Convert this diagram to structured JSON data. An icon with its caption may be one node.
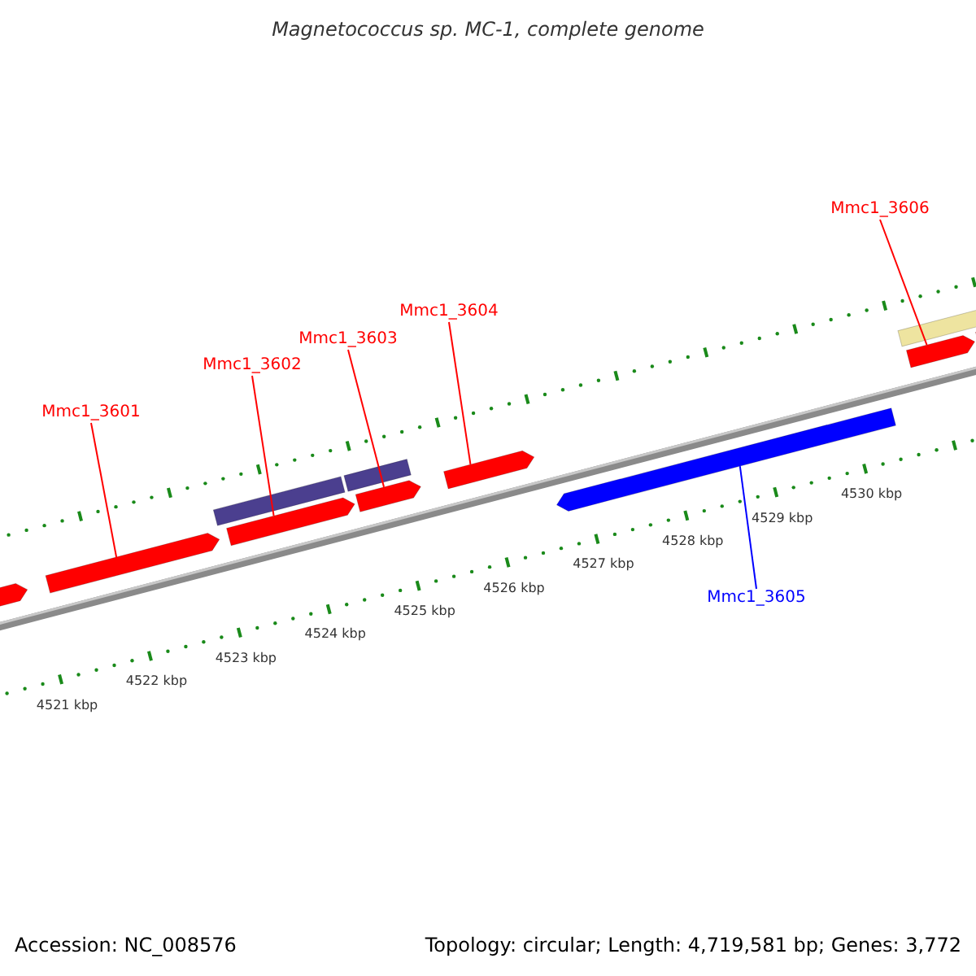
{
  "diagram": {
    "title": "Magnetococcus sp. MC-1, complete genome",
    "nodes": [
      {
        "text": [
          "Mmc1_3601"
        ]
      },
      {
        "text": [
          "Mmc1_3602"
        ]
      },
      {
        "text": [
          "Mmc1_3603"
        ]
      },
      {
        "text": [
          "Mmc1_3604"
        ]
      },
      {
        "text": [
          "Mmc1_3605"
        ]
      },
      {
        "text": [
          "Mmc1_3606"
        ]
      },
      {
        "text": [],
        "shape": "arrow"
      },
      {
        "text": [],
        "shape": "arrow"
      },
      {
        "text": [],
        "shape": "arrow"
      },
      {
        "text": [],
        "shape": "arrow"
      },
      {
        "text": [],
        "shape": "arrow"
      },
      {
        "text": [],
        "shape": "arrow"
      },
      {
        "text": [],
        "shape": "arrow"
      },
      {
        "text": [],
        "shape": "bar"
      },
      {
        "text": [],
        "shape": "bar"
      },
      {
        "text": [],
        "shape": "bar"
      },
      {
        "text": [],
        "shape": "arrow"
      }
    ],
    "edges": [
      {
        "from": 0,
        "to": 6,
        "arrow": "none"
      },
      {
        "from": 1,
        "to": 7,
        "arrow": "none"
      },
      {
        "from": 2,
        "to": 8,
        "arrow": "none"
      },
      {
        "from": 3,
        "to": 9,
        "arrow": "none"
      },
      {
        "from": 4,
        "to": 10,
        "arrow": "none",
        "color": "#0000ff"
      },
      {
        "from": 5,
        "to": 11,
        "arrow": "none"
      }
    ],
    "labels": [
      "4521 kbp",
      "4522 kbp",
      "4523 kbp",
      "4524 kbp",
      "4525 kbp",
      "4526 kbp",
      "4527 kbp",
      "4528 kbp",
      "4529 kbp",
      "4530 kbp",
      "Accession: NC_008576",
      "Topology: circular; Length: 4,719,581 bp; Genes: 3,772"
    ]
  }
}
